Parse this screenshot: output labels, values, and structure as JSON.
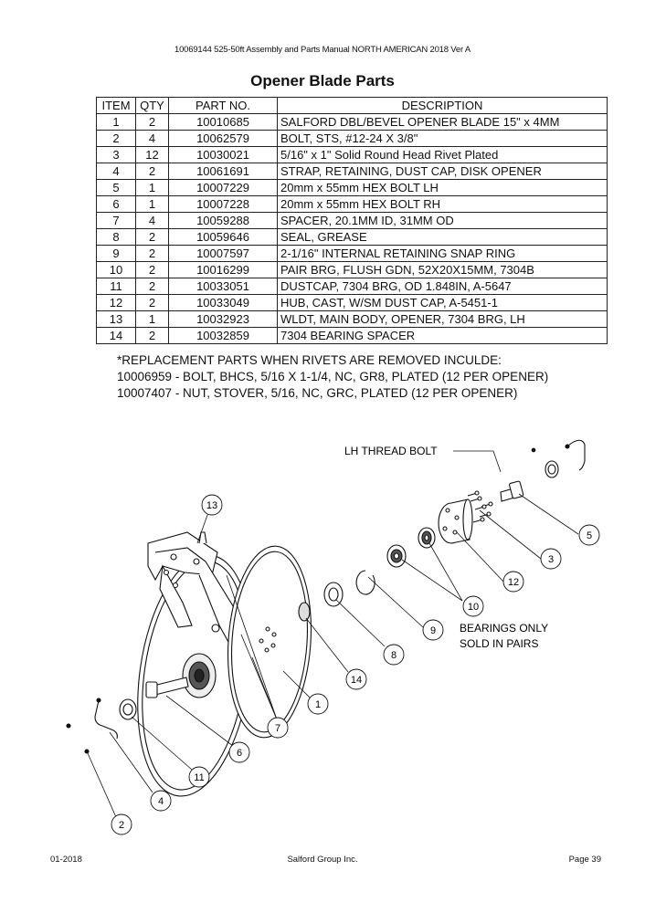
{
  "header": "10069144 525-50ft Assembly and Parts Manual NORTH AMERICAN 2018 Ver A",
  "title": "Opener Blade Parts",
  "table": {
    "columns": [
      "ITEM",
      "QTY",
      "PART NO.",
      "DESCRIPTION"
    ],
    "rows": [
      [
        "1",
        "2",
        "10010685",
        "SALFORD DBL/BEVEL OPENER BLADE 15\" x 4MM"
      ],
      [
        "2",
        "4",
        "10062579",
        "BOLT, STS, #12-24 X 3/8\""
      ],
      [
        "3",
        "12",
        "10030021",
        "5/16\" x 1\" Solid Round Head Rivet Plated"
      ],
      [
        "4",
        "2",
        "10061691",
        "STRAP, RETAINING, DUST CAP, DISK OPENER"
      ],
      [
        "5",
        "1",
        "10007229",
        "20mm x 55mm HEX BOLT LH"
      ],
      [
        "6",
        "1",
        "10007228",
        "20mm x 55mm HEX BOLT RH"
      ],
      [
        "7",
        "4",
        "10059288",
        "SPACER, 20.1MM ID, 31MM OD"
      ],
      [
        "8",
        "2",
        "10059646",
        "SEAL, GREASE"
      ],
      [
        "9",
        "2",
        "10007597",
        "2-1/16\" INTERNAL RETAINING SNAP RING"
      ],
      [
        "10",
        "2",
        "10016299",
        "PAIR BRG, FLUSH GDN, 52X20X15MM, 7304B"
      ],
      [
        "11",
        "2",
        "10033051",
        "DUSTCAP, 7304 BRG, OD 1.848IN, A-5647"
      ],
      [
        "12",
        "2",
        "10033049",
        "HUB, CAST, W/SM DUST CAP, A-5451-1"
      ],
      [
        "13",
        "1",
        "10032923",
        "WLDT, MAIN BODY, OPENER, 7304 BRG, LH"
      ],
      [
        "14",
        "2",
        "10032859",
        "7304 BEARING SPACER"
      ]
    ]
  },
  "notes": [
    "*REPLACEMENT PARTS WHEN RIVETS ARE REMOVED INCULDE:",
    "10006959 - BOLT, BHCS, 5/16 X  1-1/4, NC, GR8, PLATED (12 PER OPENER)",
    "10007407 - NUT, STOVER, 5/16, NC, GRC, PLATED (12 PER OPENER)"
  ],
  "diagram": {
    "callout_lh_thread_bolt": "LH THREAD BOLT",
    "callout_bearings_line1": "BEARINGS ONLY",
    "callout_bearings_line2": "SOLD IN PAIRS",
    "balloons": [
      "13",
      "5",
      "3",
      "12",
      "10",
      "9",
      "8",
      "14",
      "1",
      "7",
      "6",
      "11",
      "4",
      "2"
    ]
  },
  "footer": {
    "left": "01-2018",
    "center": "Salford Group Inc.",
    "right": "Page 39"
  }
}
